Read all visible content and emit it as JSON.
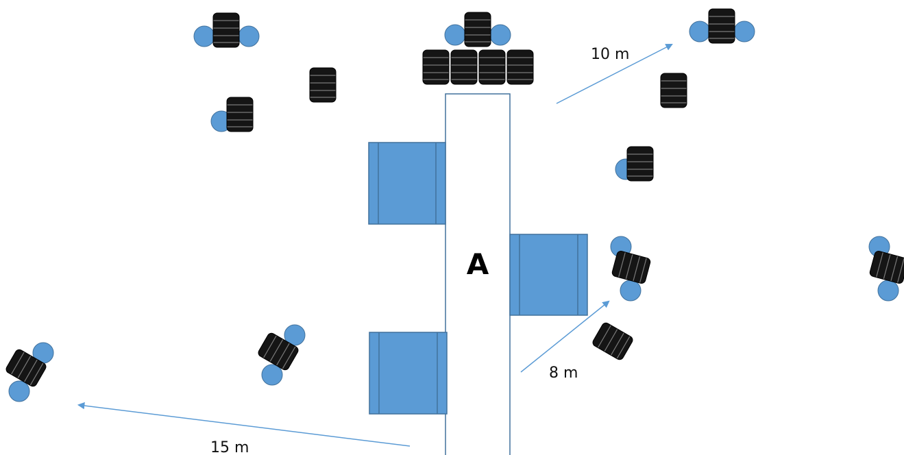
{
  "labels": {
    "building": "A",
    "dist_10": "10 m",
    "dist_8": "8 m",
    "dist_15": "15 m"
  },
  "colors": {
    "block": "#5b9bd5",
    "block_stroke": "#41719c",
    "tire": "#151515",
    "tire_line": "#7a7a7a",
    "arrow": "#5b9bd5",
    "building_stroke": "#41719c"
  },
  "icons": {
    "tire_stack": "tire-stack-icon",
    "barrel": "blue-barrel-icon"
  }
}
